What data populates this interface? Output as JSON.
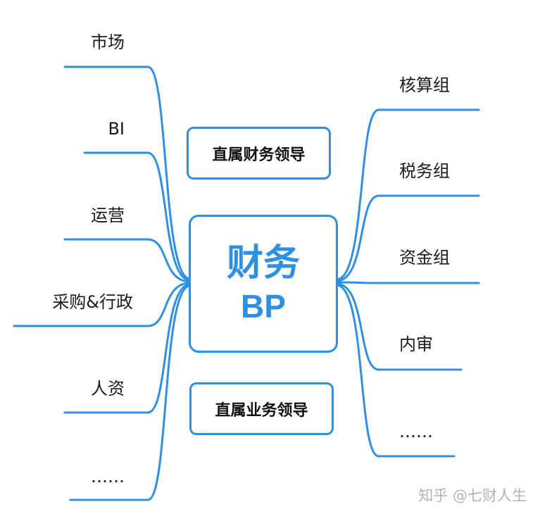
{
  "center": {
    "line1": "财务",
    "line2": "BP"
  },
  "leaders": {
    "finance": "直属财务领导",
    "business": "直属业务领导"
  },
  "left_branches": [
    {
      "label": "市场"
    },
    {
      "label": "BI"
    },
    {
      "label": "运营"
    },
    {
      "label": "采购&行政"
    },
    {
      "label": "人资"
    },
    {
      "label": "……"
    }
  ],
  "right_branches": [
    {
      "label": "核算组"
    },
    {
      "label": "税务组"
    },
    {
      "label": "资金组"
    },
    {
      "label": "内审"
    },
    {
      "label": "……"
    }
  ],
  "watermark": "知乎 @七财人生",
  "colors": {
    "accent": "#2f8fe0",
    "text": "#1a1a1a",
    "watermark": "#b3b3b3"
  }
}
